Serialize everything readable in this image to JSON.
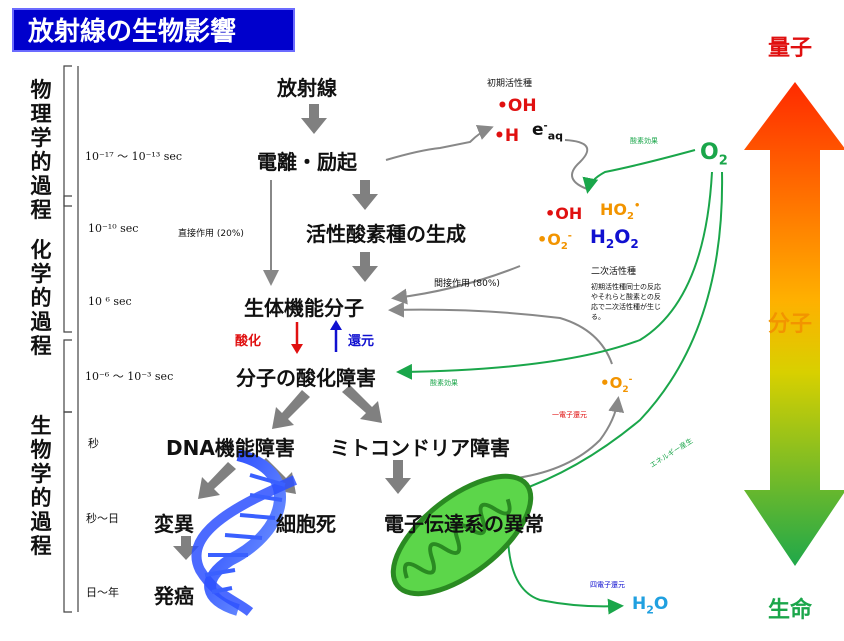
{
  "title": "放射線の生物影響",
  "stages": {
    "physical": "物理学的過程",
    "chemical": "化学的過程",
    "biological": "生物学的過程"
  },
  "times": {
    "t1": "10⁻¹⁷ 〜 10⁻¹³ sec",
    "t2": "10⁻¹⁰ sec",
    "t3": "10 ⁶ sec",
    "t4": "10⁻⁶ 〜 10⁻³ sec",
    "t5": "秒",
    "t6": "秒〜日",
    "t7": "日〜年"
  },
  "nodes": {
    "radiation": "放射線",
    "ionization": "電離・励起",
    "ros": "活性酸素種の生成",
    "biomolecule": "生体機能分子",
    "molecular_damage": "分子の酸化障害",
    "dna_damage": "DNA機能障害",
    "mito_damage": "ミトコンドリア障害",
    "mutation": "変異",
    "cell_death": "細胞死",
    "etc": "電子伝達系の異常",
    "cancer": "発癌"
  },
  "labels": {
    "direct": "直接作用 (20%)",
    "indirect": "間接作用 (80%)",
    "oxidation": "酸化",
    "reduction": "還元",
    "primary_radicals": "初期活性種",
    "secondary_radicals": "二次活性種",
    "secondary_desc": "初期活性種同士の反応やそれらと酸素との反応で二次活性種が生じる。",
    "oxygen_effect_1": "酸素効果",
    "oxygen_effect_2": "酸素効果",
    "one_electron": "一電子還元",
    "energy": "エネルギー産生",
    "four_electron": "四電子還元"
  },
  "species": {
    "oh": "•OH",
    "h": "•H",
    "eaq": "e",
    "eaq_sup": "-",
    "eaq_sub": "aq",
    "oh2": "•OH",
    "ho2": "HO",
    "ho2_sub": "2",
    "ho2_sup": "•",
    "o2m": "•O",
    "o2m_sub": "2",
    "o2m_sup": "-",
    "h2o2": "H",
    "h2o2_sub1": "2",
    "h2o2_mid": "O",
    "h2o2_sub2": "2",
    "o2": "O",
    "o2_sub": "2",
    "o2m_b": "•O",
    "o2m_b_sub": "2",
    "o2m_b_sup": "-",
    "h2o": "H",
    "h2o_sub": "2",
    "h2o_tail": "O"
  },
  "scale": {
    "top": "量子",
    "middle": "分子",
    "bottom": "生命"
  },
  "colors": {
    "title_bg": "#0000cc",
    "red": "#e01010",
    "orange": "#f29400",
    "blue": "#1010d0",
    "green": "#1aa64a",
    "gray": "#808080",
    "cyan": "#20a0e0"
  }
}
